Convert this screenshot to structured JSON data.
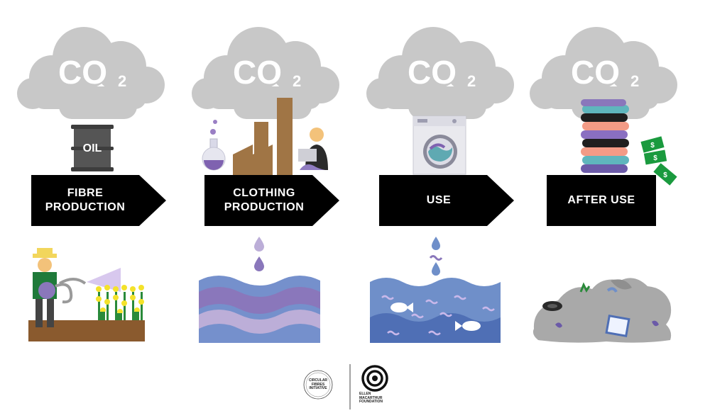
{
  "co2_label": {
    "main": "CO",
    "sub": "2"
  },
  "stages": [
    {
      "label": "FIBRE\nPRODUCTION"
    },
    {
      "label": "CLOTHING\nPRODUCTION"
    },
    {
      "label": "USE"
    },
    {
      "label": "AFTER USE"
    }
  ],
  "oil_barrel_label": "OIL",
  "logos": {
    "left": "CIRCULAR\nFIBRES\nINITIATIVE",
    "right": "ELLEN\nMACARTHUR\nFOUNDATION"
  },
  "colors": {
    "cloud": "#c8c8c8",
    "arrow": "#000000",
    "water_blue": "#6f8fc9",
    "purple": "#8a77bb",
    "lavender": "#bcaed8",
    "landfill_grey": "#a9a9a9",
    "money_green": "#1a9a3e"
  }
}
